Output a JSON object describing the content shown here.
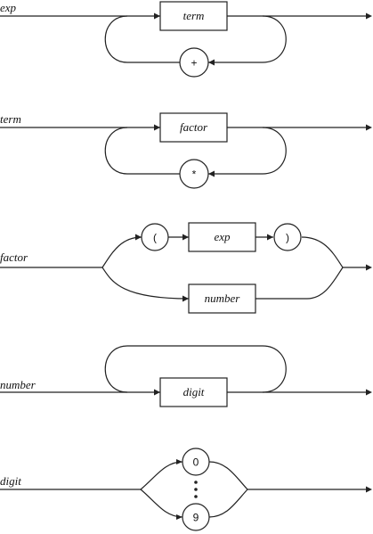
{
  "rules": [
    {
      "label": "exp",
      "box": "term",
      "circle": "+"
    },
    {
      "label": "term",
      "box": "factor",
      "circle": "*"
    },
    {
      "label": "factor",
      "open": "(",
      "box": "exp",
      "close": ")",
      "alt": "number"
    },
    {
      "label": "number",
      "box": "digit"
    },
    {
      "label": "digit",
      "top": "0",
      "bottom": "9"
    }
  ]
}
